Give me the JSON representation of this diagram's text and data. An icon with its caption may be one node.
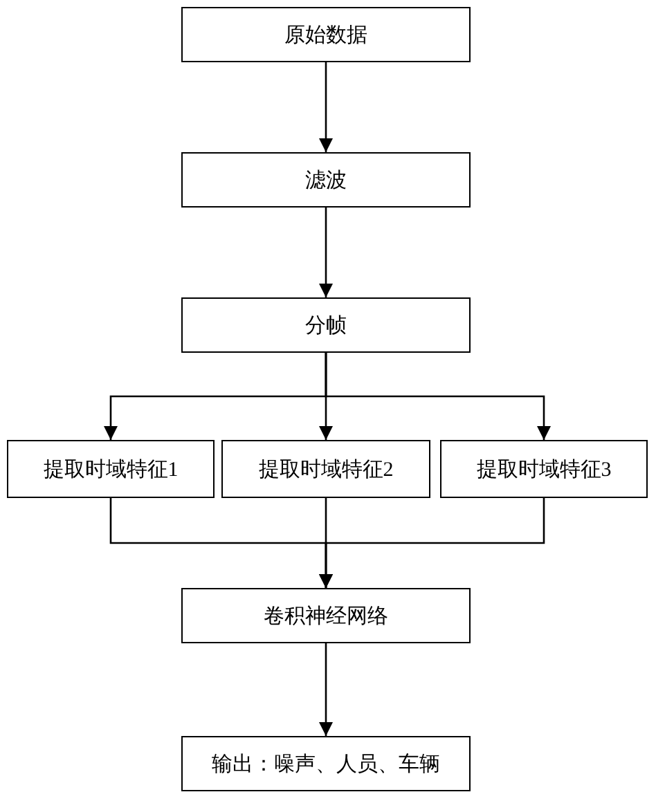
{
  "diagram": {
    "nodes": [
      {
        "text": [
          "原始数据"
        ]
      },
      {
        "text": [
          "滤波"
        ]
      },
      {
        "text": [
          "分帧"
        ]
      },
      {
        "text": [
          "提取时域特征1"
        ]
      },
      {
        "text": [
          "提取时域特征2"
        ]
      },
      {
        "text": [
          "提取时域特征3"
        ]
      },
      {
        "text": [
          "卷积神经网络"
        ]
      },
      {
        "text": [
          "输出：噪声、人员、车辆"
        ]
      }
    ],
    "edges": [
      {
        "from": 0,
        "to": 1,
        "arrow": "to"
      },
      {
        "from": 1,
        "to": 2,
        "arrow": "to"
      },
      {
        "from": 2,
        "to": 3,
        "arrow": "to"
      },
      {
        "from": 2,
        "to": 4,
        "arrow": "to"
      },
      {
        "from": 2,
        "to": 5,
        "arrow": "to"
      },
      {
        "from": 3,
        "to": 6,
        "arrow": "to"
      },
      {
        "from": 4,
        "to": 6,
        "arrow": "to"
      },
      {
        "from": 5,
        "to": 6,
        "arrow": "to"
      },
      {
        "from": 6,
        "to": 7,
        "arrow": "to"
      }
    ]
  }
}
